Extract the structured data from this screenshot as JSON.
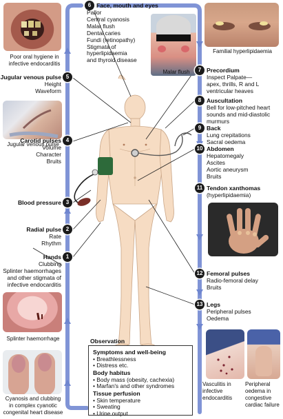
{
  "colors": {
    "flow_arrow": "#6f86cf",
    "skin": "#f6dcc3",
    "marker": "#1b1b1b"
  },
  "steps": {
    "s1": {
      "num": "1",
      "title": "Hands",
      "lines": [
        "Clubbing",
        "Splinter haemorrhages",
        "and other stigmata of",
        "infective endocarditis"
      ]
    },
    "s2": {
      "num": "2",
      "title": "Radial pulse",
      "lines": [
        "Rate",
        "Rhythm"
      ]
    },
    "s3": {
      "num": "3",
      "title": "Blood pressure",
      "lines": []
    },
    "s4": {
      "num": "4",
      "title": "Carotid pulses",
      "lines": [
        "Volume",
        "Character",
        "Bruits"
      ]
    },
    "s5": {
      "num": "5",
      "title": "Jugular venous pulse",
      "lines": [
        "Height",
        "Waveform"
      ]
    },
    "s6": {
      "num": "6",
      "title": "Face, mouth and eyes",
      "lines": [
        "Pallor",
        "Central cyanosis",
        "Malar flush",
        "Dental caries",
        "Fundi (retinopathy)",
        "Stigmata of",
        "hyperlipidaemia",
        "and thyroid disease"
      ]
    },
    "s7": {
      "num": "7",
      "title": "Precordium",
      "lines": [
        "Inspect Palpate—",
        "apex, thrills, R and L",
        "ventricular heaves"
      ]
    },
    "s8": {
      "num": "8",
      "title": "Auscultation",
      "lines": [
        "Bell for low-pitched heart",
        "sounds and mid-diastolic",
        "murmurs"
      ]
    },
    "s9": {
      "num": "9",
      "title": "Back",
      "lines": [
        "Lung crepitations",
        "Sacral oedema"
      ]
    },
    "s10": {
      "num": "10",
      "title": "Abdomen",
      "lines": [
        "Hepatomegaly",
        "Ascites",
        "Aortic aneurysm",
        "Bruits"
      ]
    },
    "s11": {
      "num": "11",
      "title": "Tendon xanthomas",
      "lines": [
        "(hyperlipidaemia)"
      ]
    },
    "s12": {
      "num": "12",
      "title": "Femoral pulses",
      "lines": [
        "Radio-femoral delay",
        "Bruits"
      ]
    },
    "s13": {
      "num": "13",
      "title": "Legs",
      "lines": [
        "Peripheral pulses",
        "Oedema"
      ]
    }
  },
  "captions": {
    "oral": [
      "Poor oral hygiene in",
      "infective endocarditis"
    ],
    "jvp": [
      "Jugular venous pulse"
    ],
    "malar": [
      "Malar flush"
    ],
    "familial": [
      "Familial hyperlipidaemia"
    ],
    "splinter": [
      "Splinter haemorrhage"
    ],
    "clubbing": [
      "Cyanosis and clubbing",
      "in complex cyanotic",
      "congenital heart disease"
    ],
    "vasculitis": [
      "Vasculitis in",
      "infective",
      "endocarditis"
    ],
    "oedema": [
      "Peripheral",
      "oedema in",
      "congestive",
      "cardiac failure"
    ]
  },
  "observation": {
    "title": "Observation",
    "sections": [
      {
        "heading": "Symptoms and well-being",
        "items": [
          "• Breathlessness",
          "• Distress etc."
        ]
      },
      {
        "heading": "Body habitus",
        "items": [
          "• Body mass (obesity, cachexia)",
          "• Marfan's and other syndromes"
        ]
      },
      {
        "heading": "Tissue perfusion",
        "items": [
          "• Skin temperature",
          "• Sweating",
          "• Urine output"
        ]
      }
    ]
  }
}
